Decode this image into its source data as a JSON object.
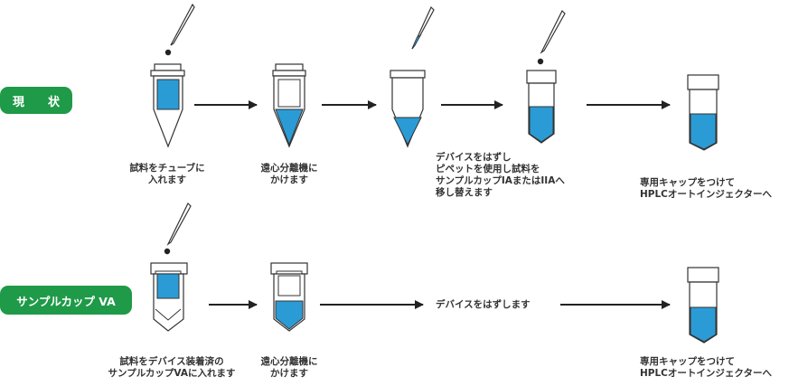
{
  "colors": {
    "fill": "#2b9bd6",
    "line": "#333333",
    "badge": "#1f9a48"
  },
  "rows": [
    {
      "label": "現　　状",
      "captions": [
        "試料をチューブに\n入れます",
        "遠心分離機に\nかけます",
        "デバイスをはずし\nピペットを使用し試料を\nサンプルカップIAまたはIIAへ\n移し替えます",
        "専用キャップをつけて\nHPLCオートインジェクターへ"
      ]
    },
    {
      "label": "サンプルカップ VA",
      "captions": [
        "試料をデバイス装着済の\nサンプルカップVAに入れます",
        "遠心分離機に\nかけます",
        "デバイスをはずします",
        "専用キャップをつけて\nHPLCオートインジェクターへ"
      ]
    }
  ]
}
